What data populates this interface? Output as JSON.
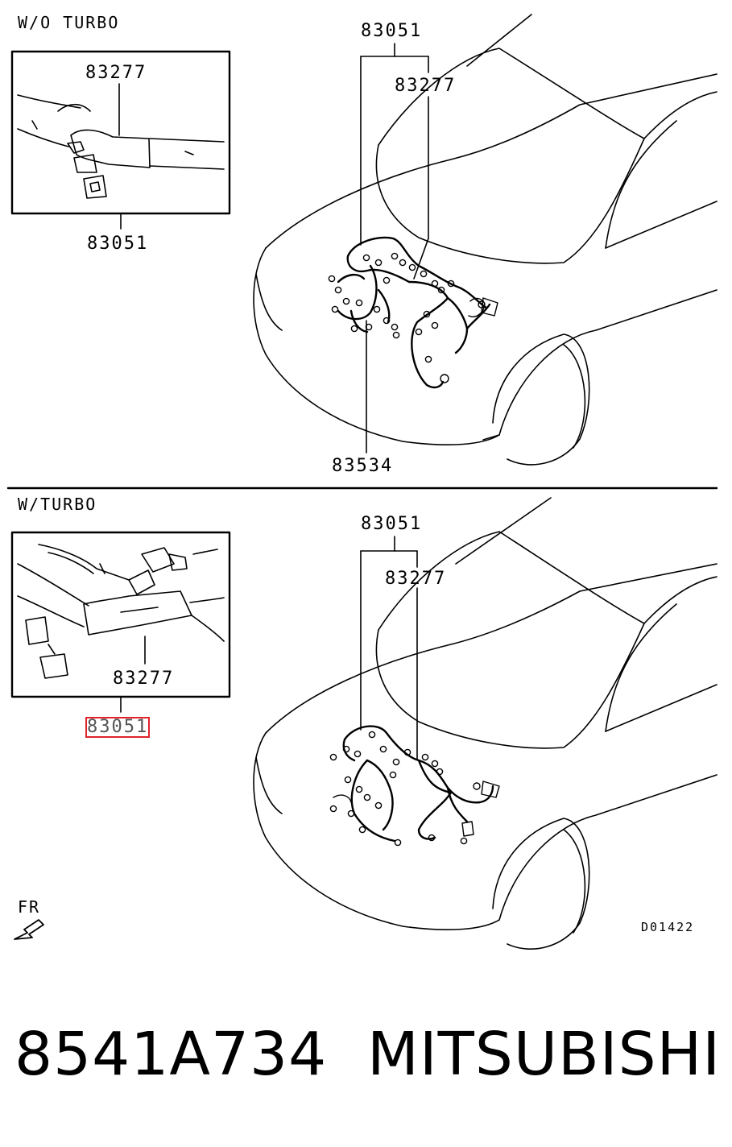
{
  "sections": [
    {
      "title": "W/O TURBO",
      "inset_labels": {
        "top": "83277",
        "bottom": "83051"
      },
      "main_labels": {
        "a": "83051",
        "b": "83277",
        "c": "83534"
      }
    },
    {
      "title": "W/TURBO",
      "inset_labels": {
        "inner": "83277",
        "bottom": "83051"
      },
      "main_labels": {
        "a": "83051",
        "b": "83277"
      }
    }
  ],
  "direction": {
    "label": "FR"
  },
  "diagram_code": "D01422",
  "footer": {
    "part_number": "8541A734",
    "brand": "MITSUBISHI"
  },
  "colors": {
    "line": "#000000",
    "highlight": "#e0232b",
    "background": "#ffffff"
  }
}
